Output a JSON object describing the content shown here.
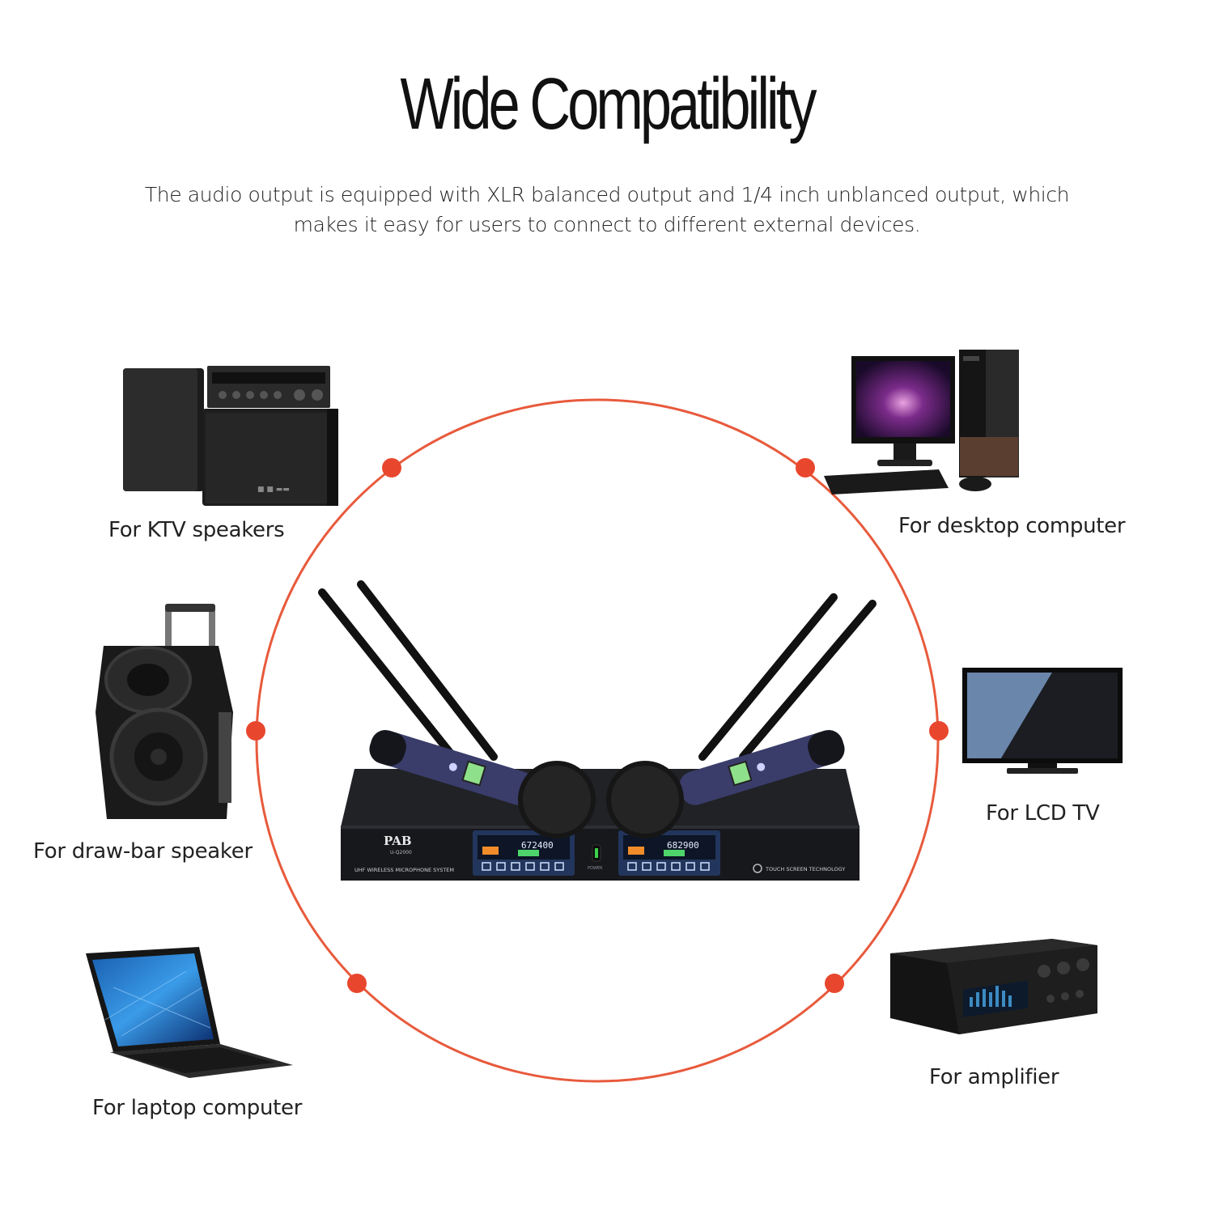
{
  "header": {
    "title": "Wide Compatibility",
    "subtitle_line1": "The audio output is equipped with XLR balanced output and 1/4 inch unblanced output, which",
    "subtitle_line2": "makes it easy for users to connect to different external devices."
  },
  "devices": {
    "ktv_speakers": "For KTV speakers",
    "desktop_computer": "For desktop computer",
    "draw_bar_speaker": "For draw-bar speaker",
    "lcd_tv": "For LCD TV",
    "laptop_computer": "For laptop computer",
    "amplifier": "For amplifier"
  },
  "receiver": {
    "brand": "PAB",
    "model": "U-Q2000",
    "system_label": "UHF WIRELESS MICROPHONE SYSTEM",
    "touch_label": "TOUCH SCREEN TECHNOLOGY",
    "freq_a": "672400",
    "freq_b": "682900",
    "power_label": "POWER"
  },
  "colors": {
    "accent": "#e8472e",
    "circle": "#e85a3c",
    "receiver_body": "#1f2126",
    "lcd_panel": "#22355c",
    "mic_body": "#3a3d6a"
  }
}
